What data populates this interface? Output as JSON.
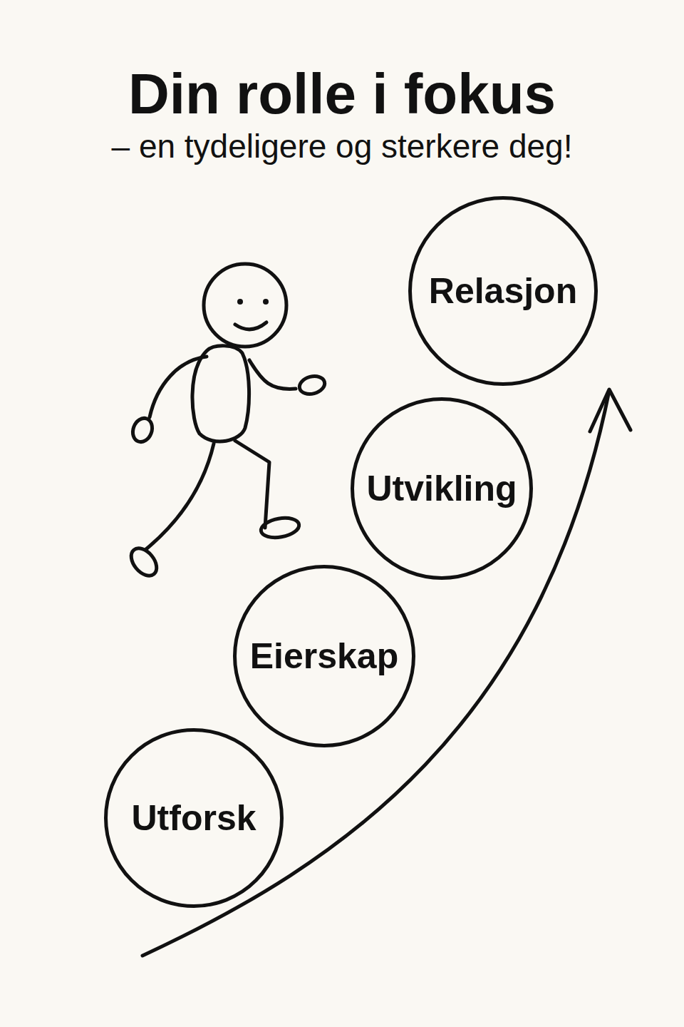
{
  "diagram": {
    "title": "Din rolle i fokus",
    "nodes": [
      {
        "text": [
          "Utforsk"
        ]
      },
      {
        "text": [
          "Eierskap"
        ]
      },
      {
        "text": [
          "Utvikling"
        ]
      },
      {
        "text": [
          "Relasjon"
        ]
      }
    ],
    "labels": [
      "– en tydeligere og sterkere deg!"
    ]
  }
}
